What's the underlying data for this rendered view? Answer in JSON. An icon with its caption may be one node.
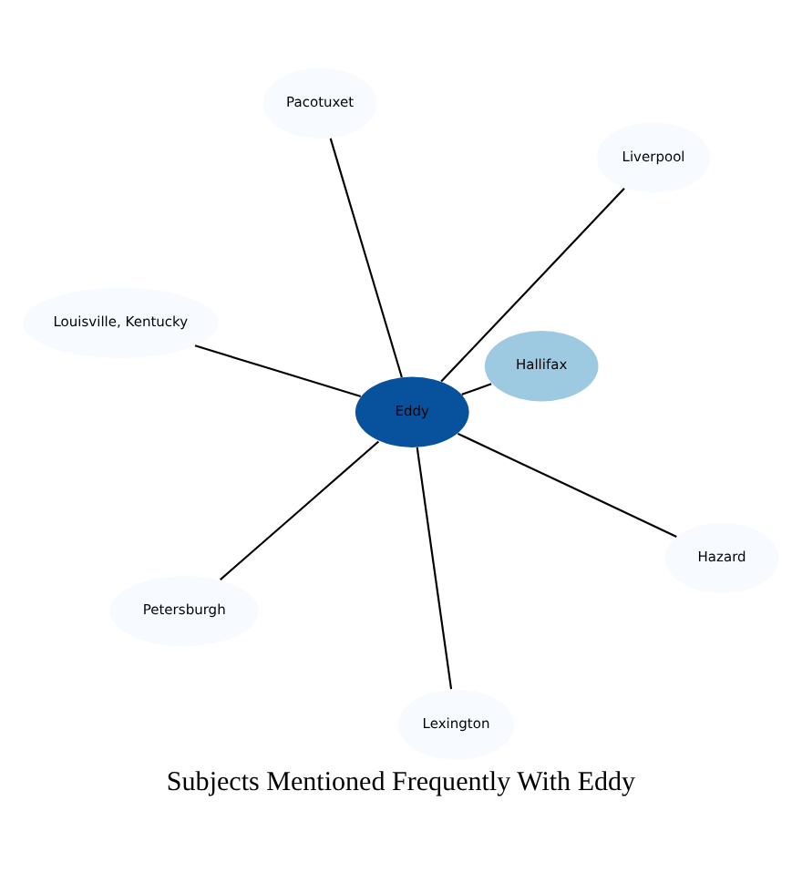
{
  "diagram": {
    "title": "Subjects Mentioned Frequently With Eddy",
    "nodes": [
      {
        "text": [
          "Louisville, Kentucky"
        ]
      },
      {
        "text": [
          "Liverpool"
        ]
      },
      {
        "text": [
          "Lexington"
        ]
      },
      {
        "text": [
          "Eddy"
        ]
      },
      {
        "text": [
          "Hallifax"
        ]
      },
      {
        "text": [
          "Pacotuxet"
        ]
      },
      {
        "text": [
          "Petersburgh"
        ]
      },
      {
        "text": [
          "Hazard"
        ]
      }
    ],
    "edges": [
      {
        "from": 3,
        "to": 0,
        "arrow": "none"
      },
      {
        "from": 3,
        "to": 1,
        "arrow": "none"
      },
      {
        "from": 3,
        "to": 2,
        "arrow": "none"
      },
      {
        "from": 3,
        "to": 4,
        "arrow": "none"
      },
      {
        "from": 3,
        "to": 5,
        "arrow": "none"
      },
      {
        "from": 3,
        "to": 6,
        "arrow": "none"
      },
      {
        "from": 3,
        "to": 7,
        "arrow": "none"
      }
    ]
  }
}
